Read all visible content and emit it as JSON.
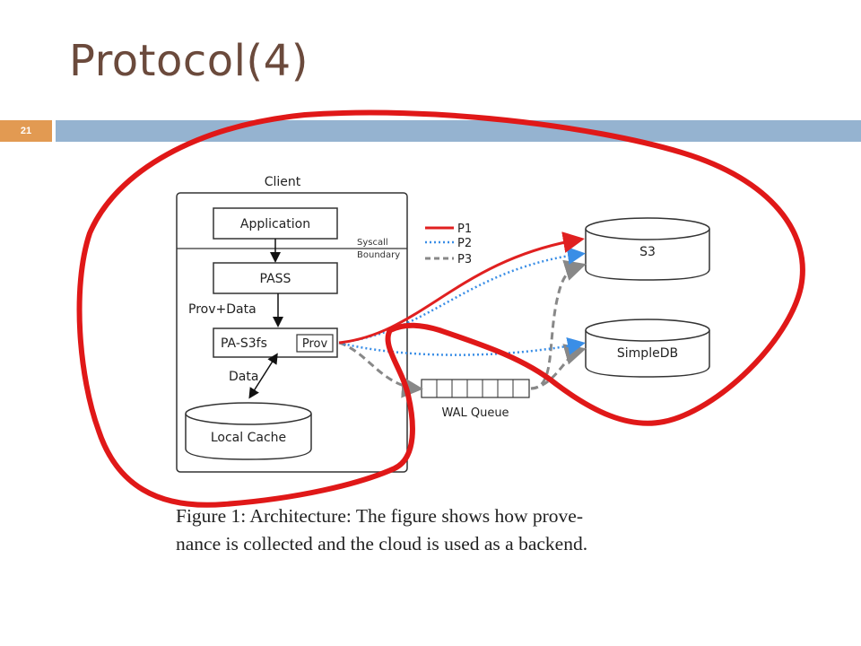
{
  "slide": {
    "title": "Protocol(4)",
    "number": "21"
  },
  "diagram": {
    "client_label": "Client",
    "application_label": "Application",
    "syscall_label_line1": "Syscall",
    "syscall_label_line2": "Boundary",
    "pass_label": "PASS",
    "prov_data_label": "Prov+Data",
    "pa_s3fs_label": "PA-S3fs",
    "prov_label": "Prov",
    "data_label": "Data",
    "local_cache_label": "Local Cache",
    "wal_queue_label": "WAL Queue",
    "s3_label": "S3",
    "simpledb_label": "SimpleDB",
    "legend": [
      {
        "label": "P1",
        "color": "#e02020",
        "style": "solid"
      },
      {
        "label": "P2",
        "color": "#3a8ee6",
        "style": "dotted"
      },
      {
        "label": "P3",
        "color": "#888888",
        "style": "dashed"
      }
    ],
    "annotation_color": "#e01818"
  },
  "caption": {
    "line1": "Figure 1:  Architecture:  The figure shows how prove-",
    "line2": "nance is collected and the cloud is used as a backend."
  }
}
